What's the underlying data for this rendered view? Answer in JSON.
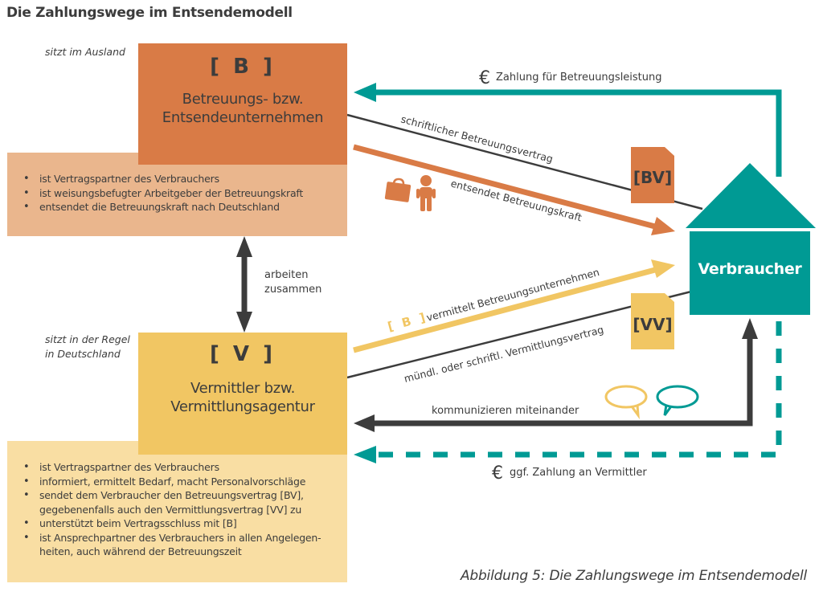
{
  "title": "Die Zahlungswege im Entsendemodell",
  "caption": "Abbildung 5: Die Zahlungswege im Entsendemodell",
  "colors": {
    "orange": "#d97b46",
    "orange_light": "#eab68d",
    "yellow": "#f1c663",
    "yellow_light": "#f9dea3",
    "teal": "#009a94",
    "dark": "#3c3c3c"
  },
  "company": {
    "note": "sitzt im Ausland",
    "tag": "[ B ]",
    "name_line1": "Betreuungs- bzw.",
    "name_line2": "Entsendeunternehmen",
    "bullets": [
      "ist Vertragspartner des Verbrauchers",
      "ist weisungsbefugter Arbeitgeber der Betreuungskraft",
      "entsendet die Betreuungskraft nach Deutschland"
    ]
  },
  "agency": {
    "note_line1": "sitzt in der Regel",
    "note_line2": "in Deutschland",
    "tag": "[ V ]",
    "name_line1": "Vermittler bzw.",
    "name_line2": "Vermittlungsagentur",
    "bullets": [
      "ist Vertragspartner des Verbrauchers",
      "informiert, ermittelt Bedarf, macht Personalvorschläge",
      "sendet dem Verbraucher den Betreuungsvertrag [BV],",
      "gegebenenfalls auch den Vermittlungsvertrag [VV] zu",
      "unterstützt beim Vertragsschluss mit [B]",
      "ist Ansprechpartner des Verbrauchers in allen Angelegen-",
      "heiten, auch während der Betreuungszeit"
    ]
  },
  "consumer": {
    "label": "Verbraucher"
  },
  "cooperate": {
    "line1": "arbeiten",
    "line2": "zusammen"
  },
  "flows": {
    "payment_care": "Zahlung für Betreuungsleistung",
    "written_contract": "schriftlicher Betreuungsvertrag",
    "sends_worker": "entsendet Betreuungskraft",
    "mediates_tag": "[ B ]",
    "mediates": "vermittelt Betreuungsunternehmen",
    "mediation_contract": "mündl. oder schriftl. Vermittlungsvertrag",
    "communicate": "kommunizieren miteinander",
    "payment_agent": "ggf. Zahlung an Vermittler",
    "euro": "€"
  },
  "docs": {
    "bv": "[BV]",
    "vv": "[VV]"
  }
}
